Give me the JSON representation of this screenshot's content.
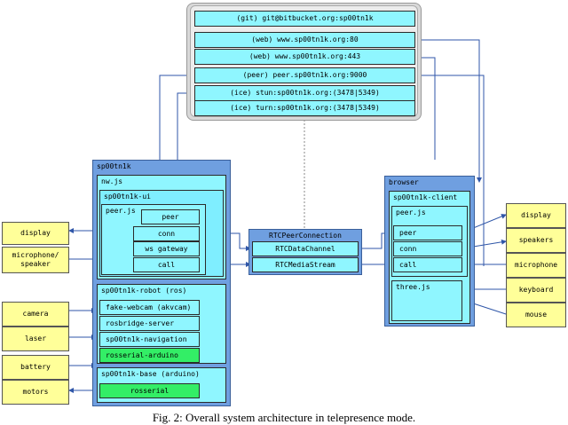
{
  "servers": [
    "(git) git@bitbucket.org:sp00tn1k",
    "(web) www.sp00tn1k.org:80",
    "(web) www.sp00tn1k.org:443",
    "(peer) peer.sp00tn1k.org:9000",
    "(ice) stun:sp00tn1k.org:(3478|5349)",
    "(ice) turn:sp00tn1k.org:(3478|5349)"
  ],
  "robot": {
    "title": "sp00tn1k",
    "nwjs": "nw.js",
    "ui": {
      "title": "sp00tn1k-ui",
      "peerjs": "peer.js",
      "items": [
        "peer",
        "conn",
        "ws gateway",
        "call"
      ]
    },
    "ros": {
      "title": "sp00tn1k-robot (ros)",
      "items": [
        "fake-webcam (akvcam)",
        "rosbridge-server",
        "sp00tn1k-navigation",
        "rosserial-arduino"
      ]
    },
    "base": {
      "title": "sp00tn1k-base (arduino)",
      "items": [
        "rosserial"
      ]
    }
  },
  "left_devices": [
    "display",
    "microphone/\nspeaker",
    "camera",
    "laser",
    "battery",
    "motors"
  ],
  "rtc": {
    "title": "RTCPeerConnection",
    "items": [
      "RTCDataChannel",
      "RTCMediaStream"
    ]
  },
  "browser": {
    "title": "browser",
    "client": "sp00tn1k-client",
    "peerjs": "peer.js",
    "items": [
      "peer",
      "conn",
      "call"
    ],
    "threejs": "three.js"
  },
  "right_devices": [
    "display",
    "speakers",
    "microphone",
    "keyboard",
    "mouse"
  ],
  "caption": "Fig. 2: Overall system architecture in telepresence mode."
}
